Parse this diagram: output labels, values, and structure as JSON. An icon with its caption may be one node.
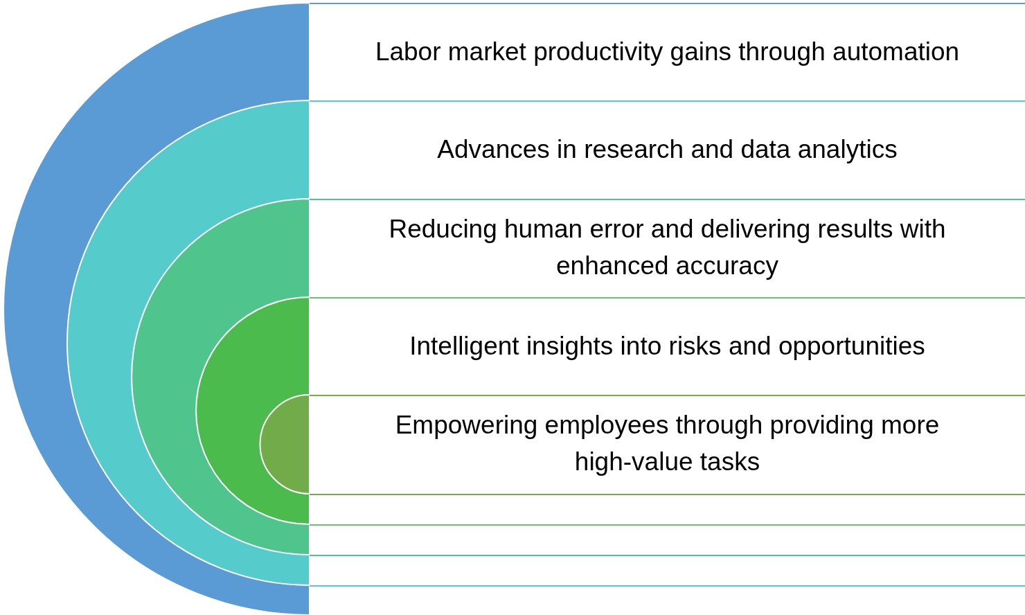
{
  "diagram": {
    "nodes": [
      {
        "text": [
          "Labor market productivity gains through automation"
        ]
      },
      {
        "text": [
          "Advances in research and data analytics"
        ]
      },
      {
        "text": [
          "Reducing human error and delivering results with enhanced accuracy"
        ]
      },
      {
        "text": [
          "Intelligent insights into risks and opportunities"
        ]
      },
      {
        "text": [
          "Empowering employees through providing more high-value tasks"
        ]
      }
    ]
  }
}
